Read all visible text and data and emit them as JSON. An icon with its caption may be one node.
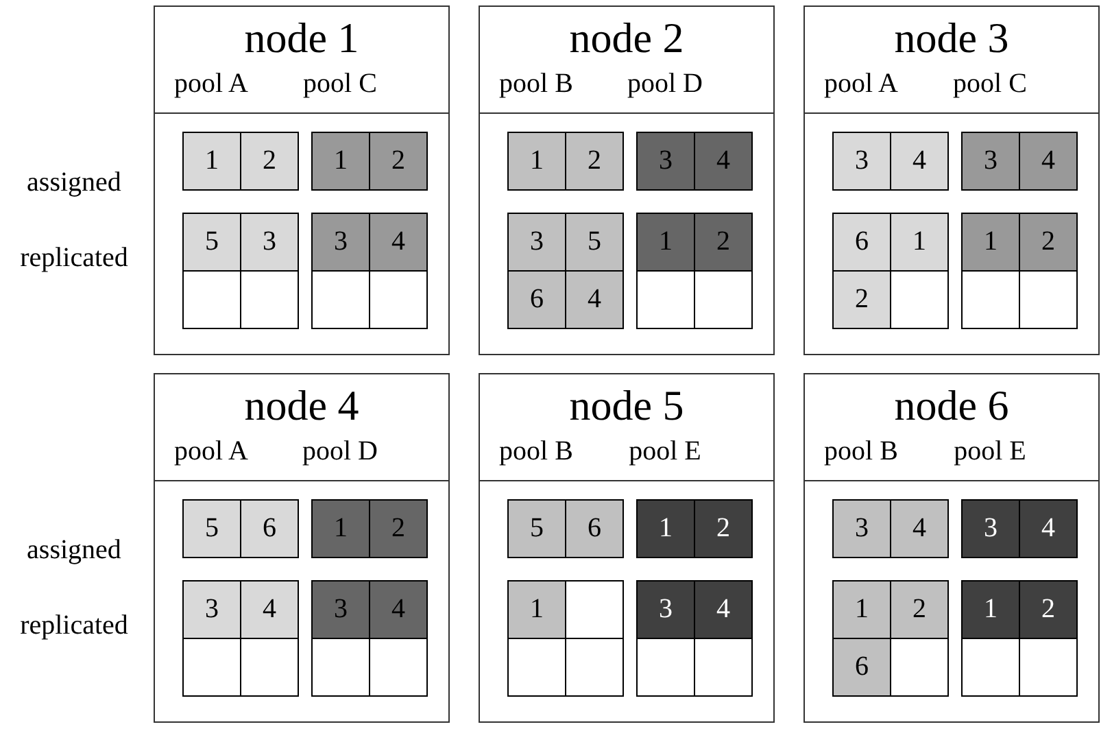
{
  "diagram": {
    "nodes": [
      {
        "text": [
          "node 1"
        ]
      },
      {
        "text": [
          "1"
        ],
        "in": 0
      },
      {
        "text": [
          "2"
        ],
        "in": 0
      },
      {
        "text": [
          "5"
        ],
        "in": 0
      },
      {
        "text": [
          "3"
        ],
        "in": 0
      },
      {
        "text": [],
        "shape": "box",
        "in": 0
      },
      {
        "text": [],
        "shape": "box",
        "in": 0
      },
      {
        "text": [
          "1"
        ],
        "in": 0
      },
      {
        "text": [
          "2"
        ],
        "in": 0
      },
      {
        "text": [
          "3"
        ],
        "in": 0
      },
      {
        "text": [
          "4"
        ],
        "in": 0
      },
      {
        "text": [],
        "shape": "box",
        "in": 0
      },
      {
        "text": [],
        "shape": "box",
        "in": 0
      },
      {
        "text": [
          "node 2"
        ]
      },
      {
        "text": [
          "1"
        ],
        "in": 13
      },
      {
        "text": [
          "2"
        ],
        "in": 13
      },
      {
        "text": [
          "3"
        ],
        "in": 13
      },
      {
        "text": [
          "5"
        ],
        "in": 13
      },
      {
        "text": [
          "6"
        ],
        "in": 13
      },
      {
        "text": [
          "4"
        ],
        "in": 13
      },
      {
        "text": [
          "3"
        ],
        "in": 13
      },
      {
        "text": [
          "4"
        ],
        "in": 13
      },
      {
        "text": [
          "1"
        ],
        "in": 13
      },
      {
        "text": [
          "2"
        ],
        "in": 13
      },
      {
        "text": [],
        "shape": "box",
        "in": 13
      },
      {
        "text": [],
        "shape": "box",
        "in": 13
      },
      {
        "text": [
          "node 3"
        ]
      },
      {
        "text": [
          "3"
        ],
        "in": 26
      },
      {
        "text": [
          "4"
        ],
        "in": 26
      },
      {
        "text": [
          "6"
        ],
        "in": 26
      },
      {
        "text": [
          "1"
        ],
        "in": 26
      },
      {
        "text": [
          "2"
        ],
        "in": 26
      },
      {
        "text": [],
        "shape": "box",
        "in": 26
      },
      {
        "text": [
          "3"
        ],
        "in": 26
      },
      {
        "text": [
          "4"
        ],
        "in": 26
      },
      {
        "text": [
          "1"
        ],
        "in": 26
      },
      {
        "text": [
          "2"
        ],
        "in": 26
      },
      {
        "text": [],
        "shape": "box",
        "in": 26
      },
      {
        "text": [],
        "shape": "box",
        "in": 26
      },
      {
        "text": [
          "node 4"
        ]
      },
      {
        "text": [
          "5"
        ],
        "in": 39
      },
      {
        "text": [
          "6"
        ],
        "in": 39
      },
      {
        "text": [
          "3"
        ],
        "in": 39
      },
      {
        "text": [
          "4"
        ],
        "in": 39
      },
      {
        "text": [],
        "shape": "box",
        "in": 39
      },
      {
        "text": [],
        "shape": "box",
        "in": 39
      },
      {
        "text": [
          "1"
        ],
        "in": 39
      },
      {
        "text": [
          "2"
        ],
        "in": 39
      },
      {
        "text": [
          "3"
        ],
        "in": 39
      },
      {
        "text": [
          "4"
        ],
        "in": 39
      },
      {
        "text": [],
        "shape": "box",
        "in": 39
      },
      {
        "text": [],
        "shape": "box",
        "in": 39
      },
      {
        "text": [
          "node 5"
        ]
      },
      {
        "text": [
          "5"
        ],
        "in": 52
      },
      {
        "text": [
          "6"
        ],
        "in": 52
      },
      {
        "text": [
          "1"
        ],
        "in": 52
      },
      {
        "text": [],
        "shape": "box",
        "in": 52
      },
      {
        "text": [],
        "shape": "box",
        "in": 52
      },
      {
        "text": [],
        "shape": "box",
        "in": 52
      },
      {
        "text": [
          "1"
        ],
        "in": 52
      },
      {
        "text": [
          "2"
        ],
        "in": 52
      },
      {
        "text": [
          "3"
        ],
        "in": 52
      },
      {
        "text": [
          "4"
        ],
        "in": 52
      },
      {
        "text": [],
        "shape": "box",
        "in": 52
      },
      {
        "text": [],
        "shape": "box",
        "in": 52
      },
      {
        "text": [
          "node 6"
        ]
      },
      {
        "text": [
          "3"
        ],
        "in": 65
      },
      {
        "text": [
          "4"
        ],
        "in": 65
      },
      {
        "text": [
          "1"
        ],
        "in": 65
      },
      {
        "text": [
          "2"
        ],
        "in": 65
      },
      {
        "text": [
          "6"
        ],
        "in": 65
      },
      {
        "text": [],
        "shape": "box",
        "in": 65
      },
      {
        "text": [
          "3"
        ],
        "in": 65
      },
      {
        "text": [
          "4"
        ],
        "in": 65
      },
      {
        "text": [
          "1"
        ],
        "in": 65
      },
      {
        "text": [
          "2"
        ],
        "in": 65
      },
      {
        "text": [],
        "shape": "box",
        "in": 65
      },
      {
        "text": [],
        "shape": "box",
        "in": 65
      }
    ],
    "labels": [
      "pool A",
      "pool C",
      "pool B",
      "pool D",
      "pool A",
      "pool C",
      "assigned",
      "replicated",
      "pool A",
      "pool D",
      "pool B",
      "pool E",
      "pool B",
      "pool E",
      "assigned",
      "replicated"
    ]
  }
}
